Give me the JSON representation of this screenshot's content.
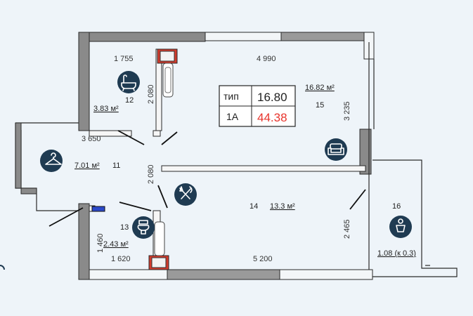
{
  "plan_info": {
    "type_label": "тип",
    "type_code": "1А",
    "living_area": "16.80",
    "total_area": "44.38",
    "total_area_color": "#e8342c"
  },
  "rooms": [
    {
      "number": "11",
      "area": "7.01 м²",
      "icon": "hanger-icon"
    },
    {
      "number": "12",
      "area": "3.83 м²",
      "icon": "bathtub-icon"
    },
    {
      "number": "13",
      "area": "2.43 м²",
      "icon": "toilet-icon"
    },
    {
      "number": "14",
      "area": "13.3 м²",
      "icon": "fork-knife-icon"
    },
    {
      "number": "15",
      "area": "16.82 м²",
      "icon": "sofa-icon"
    },
    {
      "number": "16",
      "area": "1.08 (к 0.3)",
      "icon": "flower-pot-icon"
    }
  ],
  "dimensions": {
    "d1755": "1 755",
    "d4990": "4 990",
    "d3650": "3 650",
    "d2080a": "2 080",
    "d2080b": "2 080",
    "d3235": "3 235",
    "d2465": "2 465",
    "d1460": "1 460",
    "d1620": "1 620",
    "d5200": "5 200"
  },
  "colors": {
    "wall": "#8a8a8a",
    "wall_dark": "#555555",
    "outline": "#2a2a2a",
    "riser": "#d33b2c",
    "icon_bg": "#1f3b52",
    "radiator": "#2b49c9"
  }
}
